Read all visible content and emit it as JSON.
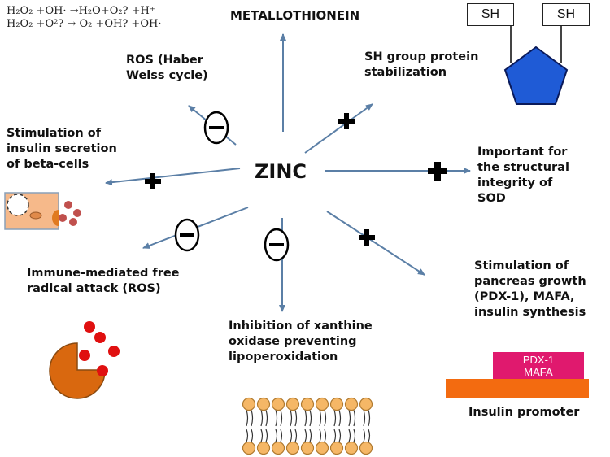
{
  "center_label": "ZINC",
  "equations": {
    "line1": "H₂O₂ +OH· →H₂O+O₂? +H⁺",
    "line2": "H₂O₂ +O²? → O₂ +OH? +OH·"
  },
  "metallothionein": "METALLOTHIONEIN",
  "ros_haber": [
    "ROS (Haber",
    "Weiss cycle)"
  ],
  "sh_group": [
    "SH group protein",
    "stabilization"
  ],
  "sh_labels": [
    "SH",
    "SH"
  ],
  "insulin_secretion": [
    "Stimulation of",
    "insulin secretion",
    "of beta-cells"
  ],
  "sod": [
    "Important for",
    "the structural",
    "integrity of",
    "SOD"
  ],
  "immune": [
    "Immune-mediated free",
    "radical attack (ROS)"
  ],
  "pancreas": [
    "Stimulation of",
    "pancreas growth",
    "(PDX-1), MAFA,",
    "insulin synthesis"
  ],
  "xanthine": [
    "Inhibition of xanthine",
    "oxidase preventing",
    "lipoperoxidation"
  ],
  "pdx_label": "PDX-1",
  "mafa_label": "MAFA",
  "insulin_promoter": "Insulin promoter",
  "signs": {
    "plus": "+",
    "minus": "−"
  },
  "colors": {
    "arrow": "#5b7fa6",
    "pentagon": "#1f5bd6",
    "pacman": "#d9680f",
    "red_dot": "#e01010",
    "membrane_head": "#f5b766",
    "cell": "#f6b98a",
    "pdx": "#e0196e",
    "promoter": "#f36b10"
  }
}
